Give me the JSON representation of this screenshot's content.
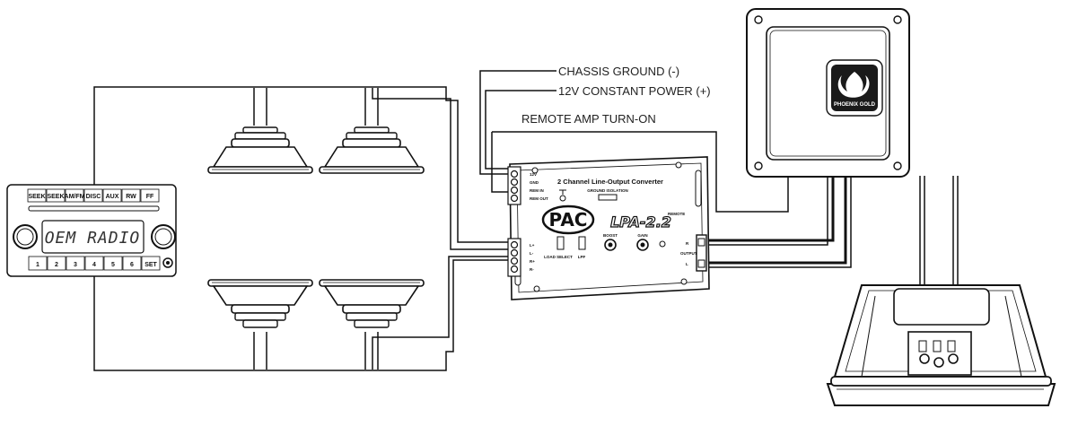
{
  "callouts": {
    "chassis_ground": "CHASSIS GROUND (-)",
    "constant_power": "12V CONSTANT POWER (+)",
    "remote_turn_on": "REMOTE AMP TURN-ON"
  },
  "radio": {
    "top_buttons": [
      "SEEK",
      "SEEK",
      "AM/FM",
      "DISC",
      "AUX",
      "RW",
      "FF"
    ],
    "display_text": "OEM RADIO",
    "preset_buttons": [
      "1",
      "2",
      "3",
      "4",
      "5",
      "6"
    ],
    "set_label": "SET"
  },
  "converter": {
    "title": "2 Channel Line-Output Converter",
    "brand": "PAC",
    "model": "LPA-2.2",
    "left_terminals": [
      "12V",
      "GND",
      "REM IN",
      "REM OUT"
    ],
    "input_terminals": [
      "L+",
      "L-",
      "R+",
      "R-"
    ],
    "ground_isolation": "GROUND ISOLATION",
    "load_select": "LOAD SELECT",
    "lpf": "LPF",
    "boost": "BOOST",
    "gain": "GAIN",
    "remote": "REMOTE",
    "output": "OUTPUT",
    "out_r": "R",
    "out_l": "L"
  },
  "amplifier": {
    "brand": "PHOENIX GOLD"
  },
  "colors": {
    "line": "#111111",
    "panel": "#f2f2f2",
    "logo_bg": "#1a1a1a"
  }
}
